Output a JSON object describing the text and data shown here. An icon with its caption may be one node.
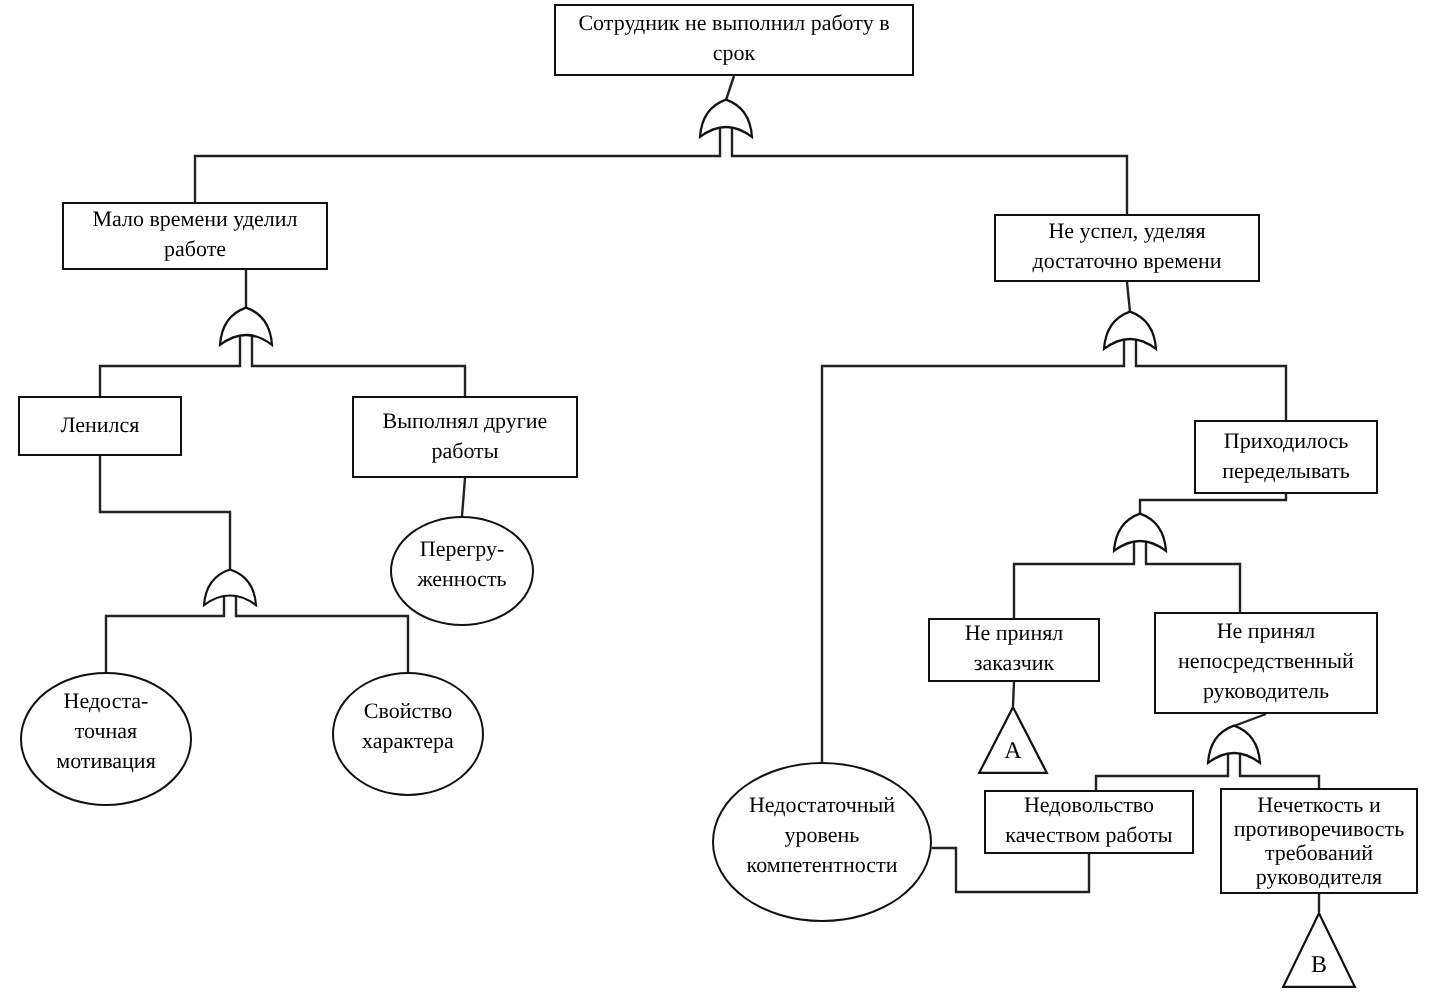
{
  "diagram": {
    "nodes": [
      {
        "text": [
          "Сотрудник не выполнил работу в срок"
        ]
      },
      {
        "text": [],
        "shape": "gate"
      },
      {
        "text": [
          "Мало времени уделил работе"
        ]
      },
      {
        "text": [
          "Не успел, уделяя достаточно времени"
        ]
      },
      {
        "text": [],
        "shape": "gate"
      },
      {
        "text": [],
        "shape": "gate"
      },
      {
        "text": [
          "Ленился"
        ]
      },
      {
        "text": [
          "Выполнял другие работы"
        ]
      },
      {
        "text": [
          "Приходилось переделывать"
        ]
      },
      {
        "text": [
          "Перегру- женность"
        ]
      },
      {
        "text": [],
        "shape": "gate"
      },
      {
        "text": [],
        "shape": "gate"
      },
      {
        "text": [
          "Недоста- точная мотивация"
        ]
      },
      {
        "text": [
          "Свойство характера"
        ]
      },
      {
        "text": [
          "Не принял заказчик"
        ]
      },
      {
        "text": [
          "Не принял непосредственный руководитель"
        ]
      },
      {
        "text": [
          "А"
        ]
      },
      {
        "text": [],
        "shape": "gate"
      },
      {
        "text": [
          "Недостаточный уровень компетентности"
        ]
      },
      {
        "text": [
          "Недовольство качеством работы"
        ]
      },
      {
        "text": [
          "Нечеткость и противоречивость требований руководителя"
        ]
      },
      {
        "text": [
          "В"
        ]
      }
    ],
    "edges": [
      {
        "from": 0,
        "to": 1,
        "arrow": "none"
      },
      {
        "from": 1,
        "to": 2,
        "arrow": "none"
      },
      {
        "from": 1,
        "to": 3,
        "arrow": "none"
      },
      {
        "from": 2,
        "to": 4,
        "arrow": "none"
      },
      {
        "from": 3,
        "to": 5,
        "arrow": "none"
      },
      {
        "from": 4,
        "to": 6,
        "arrow": "none"
      },
      {
        "from": 4,
        "to": 7,
        "arrow": "none"
      },
      {
        "from": 5,
        "to": 18,
        "arrow": "none"
      },
      {
        "from": 5,
        "to": 8,
        "arrow": "none"
      },
      {
        "from": 6,
        "to": 10,
        "arrow": "none"
      },
      {
        "from": 7,
        "to": 9,
        "arrow": "none"
      },
      {
        "from": 8,
        "to": 11,
        "arrow": "none"
      },
      {
        "from": 10,
        "to": 12,
        "arrow": "none"
      },
      {
        "from": 10,
        "to": 13,
        "arrow": "none"
      },
      {
        "from": 11,
        "to": 14,
        "arrow": "none"
      },
      {
        "from": 11,
        "to": 15,
        "arrow": "none"
      },
      {
        "from": 14,
        "to": 16,
        "arrow": "none"
      },
      {
        "from": 15,
        "to": 17,
        "arrow": "none"
      },
      {
        "from": 17,
        "to": 19,
        "arrow": "none"
      },
      {
        "from": 17,
        "to": 20,
        "arrow": "none"
      },
      {
        "from": 20,
        "to": 21,
        "arrow": "none"
      },
      {
        "from": 18,
        "to": 19,
        "arrow": "none"
      }
    ]
  }
}
